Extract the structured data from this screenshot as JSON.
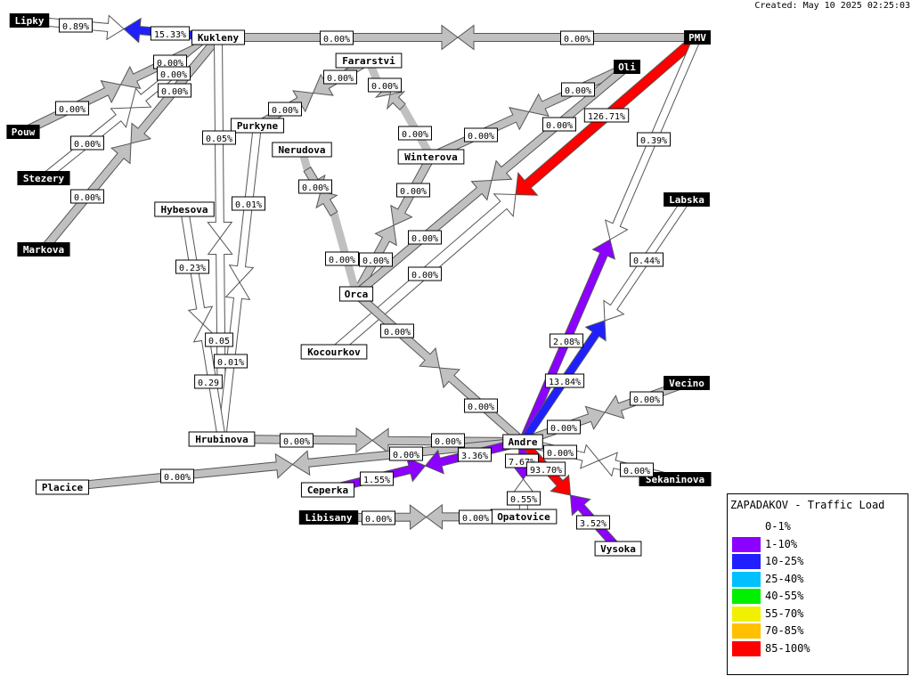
{
  "created": "Created: May 10 2025 02:25:03",
  "legend": {
    "title": "ZAPADAKOV - Traffic Load",
    "items": [
      {
        "label": "0-1%",
        "color": "#ffffff"
      },
      {
        "label": "1-10%",
        "color": "#8c00ff"
      },
      {
        "label": "10-25%",
        "color": "#2020ff"
      },
      {
        "label": "25-40%",
        "color": "#00c0ff"
      },
      {
        "label": "40-55%",
        "color": "#00f000"
      },
      {
        "label": "55-70%",
        "color": "#f0f000"
      },
      {
        "label": "70-85%",
        "color": "#ffc000"
      },
      {
        "label": "85-100%",
        "color": "#ff0000"
      }
    ]
  },
  "colors": {
    "grey": "#c0c0c0",
    "white": "#ffffff",
    "purple": "#8c00ff",
    "blue": "#2020ff",
    "red": "#ff0000"
  },
  "nodes": [
    {
      "id": "Lipky",
      "label": "Lipky",
      "dark": true
    },
    {
      "id": "Kukleny",
      "label": "Kukleny",
      "dark": false
    },
    {
      "id": "PMV",
      "label": "PMV",
      "dark": true
    },
    {
      "id": "Oli",
      "label": "Oli",
      "dark": true
    },
    {
      "id": "Fararstvi",
      "label": "Fararstvi",
      "dark": false
    },
    {
      "id": "Pouw",
      "label": "Pouw",
      "dark": true
    },
    {
      "id": "Purkyne",
      "label": "Purkyne",
      "dark": false
    },
    {
      "id": "Nerudova",
      "label": "Nerudova",
      "dark": false
    },
    {
      "id": "Winterova",
      "label": "Winterova",
      "dark": false
    },
    {
      "id": "Stezery",
      "label": "Stezery",
      "dark": true
    },
    {
      "id": "Labska",
      "label": "Labska",
      "dark": true
    },
    {
      "id": "Hybesova",
      "label": "Hybesova",
      "dark": false
    },
    {
      "id": "Markova",
      "label": "Markova",
      "dark": true
    },
    {
      "id": "Orca",
      "label": "Orca",
      "dark": false
    },
    {
      "id": "Kocourkov",
      "label": "Kocourkov",
      "dark": false
    },
    {
      "id": "Vecino",
      "label": "Vecino",
      "dark": true
    },
    {
      "id": "Hrubinova",
      "label": "Hrubinova",
      "dark": false
    },
    {
      "id": "Andre",
      "label": "Andre",
      "dark": false
    },
    {
      "id": "Sekaninova",
      "label": "Sekaninova",
      "dark": true
    },
    {
      "id": "Placice",
      "label": "Placice",
      "dark": false
    },
    {
      "id": "Ceperka",
      "label": "Ceperka",
      "dark": false
    },
    {
      "id": "Libisany",
      "label": "Libisany",
      "dark": true
    },
    {
      "id": "Opatovice",
      "label": "Opatovice",
      "dark": false
    },
    {
      "id": "Vysoka",
      "label": "Vysoka",
      "dark": false
    }
  ],
  "links": [
    {
      "from": "Kukleny",
      "to": "PMV",
      "out": {
        "load": "0.00%",
        "color": "grey"
      },
      "in": {
        "load": "0.00%",
        "color": "grey"
      }
    },
    {
      "from": "Kukleny",
      "to": "Lipky",
      "out": {
        "load": "15.33%",
        "color": "blue"
      },
      "in": {
        "load": "0.89%",
        "color": "white"
      }
    },
    {
      "from": "Kukleny",
      "to": "Pouw",
      "out": {
        "load": "0.00%",
        "color": "grey"
      },
      "in": {
        "load": "0.00%",
        "color": "grey"
      }
    },
    {
      "from": "Kukleny",
      "to": "Stezery",
      "out": {
        "load": "0.00%",
        "color": "white"
      },
      "in": {
        "load": "0.00%",
        "color": "white"
      }
    },
    {
      "from": "Kukleny",
      "to": "Markova",
      "out": {
        "load": "0.00%",
        "color": "grey"
      },
      "in": {
        "load": "0.00%",
        "color": "grey"
      }
    },
    {
      "from": "Kukleny",
      "to": "Hrubinova",
      "out": {
        "load": "0.05%",
        "color": "white"
      },
      "in": {
        "load": "0.05",
        "color": "white"
      }
    },
    {
      "from": "Purkyne",
      "to": "Fararstvi",
      "out": {
        "load": "0.00%",
        "color": "grey"
      },
      "in": {
        "load": "0.00%",
        "color": "grey"
      }
    },
    {
      "from": "Purkyne",
      "to": "Hrubinova",
      "out": {
        "load": "0.01%",
        "color": "white"
      },
      "in": {
        "load": "0.01%",
        "color": "white"
      }
    },
    {
      "from": "Fararstvi",
      "to": "Winterova",
      "out": {
        "load": "0.00%",
        "color": "grey"
      },
      "in": {
        "load": "0.00%",
        "color": "grey"
      }
    },
    {
      "from": "Winterova",
      "to": "Oli",
      "out": {
        "load": "0.00%",
        "color": "grey"
      },
      "in": {
        "load": "0.00%",
        "color": "grey"
      }
    },
    {
      "from": "Winterova",
      "to": "Orca",
      "out": {
        "load": "0.00%",
        "color": "grey"
      },
      "in": {
        "load": "0.00%",
        "color": "grey"
      }
    },
    {
      "from": "Nerudova",
      "to": "Orca",
      "out": {
        "load": "0.00%",
        "color": "grey"
      },
      "in": {
        "load": "0.00%",
        "color": "grey"
      }
    },
    {
      "from": "Oli",
      "to": "Orca",
      "out": {
        "load": "0.00%",
        "color": "grey"
      },
      "in": {
        "load": "0.00%",
        "color": "grey"
      }
    },
    {
      "from": "PMV",
      "to": "Kocourkov",
      "out": {
        "load": "126.71%",
        "color": "red"
      },
      "in": {
        "load": "0.00%",
        "color": "white"
      }
    },
    {
      "from": "PMV",
      "to": "Andre",
      "out": {
        "load": "0.39%",
        "color": "white"
      },
      "in": {
        "load": "2.08%",
        "color": "purple"
      }
    },
    {
      "from": "Labska",
      "to": "Andre",
      "out": {
        "load": "0.44%",
        "color": "white"
      },
      "in": {
        "load": "13.84%",
        "color": "blue"
      }
    },
    {
      "from": "Hybesova",
      "to": "Hrubinova",
      "out": {
        "load": "0.23%",
        "color": "white"
      },
      "in": {
        "load": "0.29",
        "color": "white"
      }
    },
    {
      "from": "Orca",
      "to": "Andre",
      "out": {
        "load": "0.00%",
        "color": "grey"
      },
      "in": {
        "load": "0.00%",
        "color": "grey"
      }
    },
    {
      "from": "Hrubinova",
      "to": "Andre",
      "out": {
        "load": "0.00%",
        "color": "grey"
      },
      "in": {
        "load": "0.00%",
        "color": "grey"
      }
    },
    {
      "from": "Andre",
      "to": "Vecino",
      "out": {
        "load": "0.00%",
        "color": "grey"
      },
      "in": {
        "load": "0.00%",
        "color": "grey"
      }
    },
    {
      "from": "Andre",
      "to": "Sekaninova",
      "out": {
        "load": "0.00%",
        "color": "white"
      },
      "in": {
        "load": "0.00%",
        "color": "white"
      }
    },
    {
      "from": "Andre",
      "to": "Placice",
      "out": {
        "load": "0.00%",
        "color": "grey"
      },
      "in": {
        "load": "0.00%",
        "color": "grey"
      }
    },
    {
      "from": "Andre",
      "to": "Ceperka",
      "out": {
        "load": "3.36%",
        "color": "purple"
      },
      "in": {
        "load": "1.55%",
        "color": "purple"
      }
    },
    {
      "from": "Andre",
      "to": "Opatovice",
      "out": {
        "load": "7.67%",
        "color": "purple"
      },
      "in": {
        "load": "0.55%",
        "color": "white"
      }
    },
    {
      "from": "Andre",
      "to": "Vysoka",
      "out": {
        "load": "93.70%",
        "color": "red"
      },
      "in": {
        "load": "3.52%",
        "color": "purple"
      }
    },
    {
      "from": "Opatovice",
      "to": "Libisany",
      "out": {
        "load": "0.00%",
        "color": "grey"
      },
      "in": {
        "load": "0.00%",
        "color": "grey"
      }
    }
  ]
}
